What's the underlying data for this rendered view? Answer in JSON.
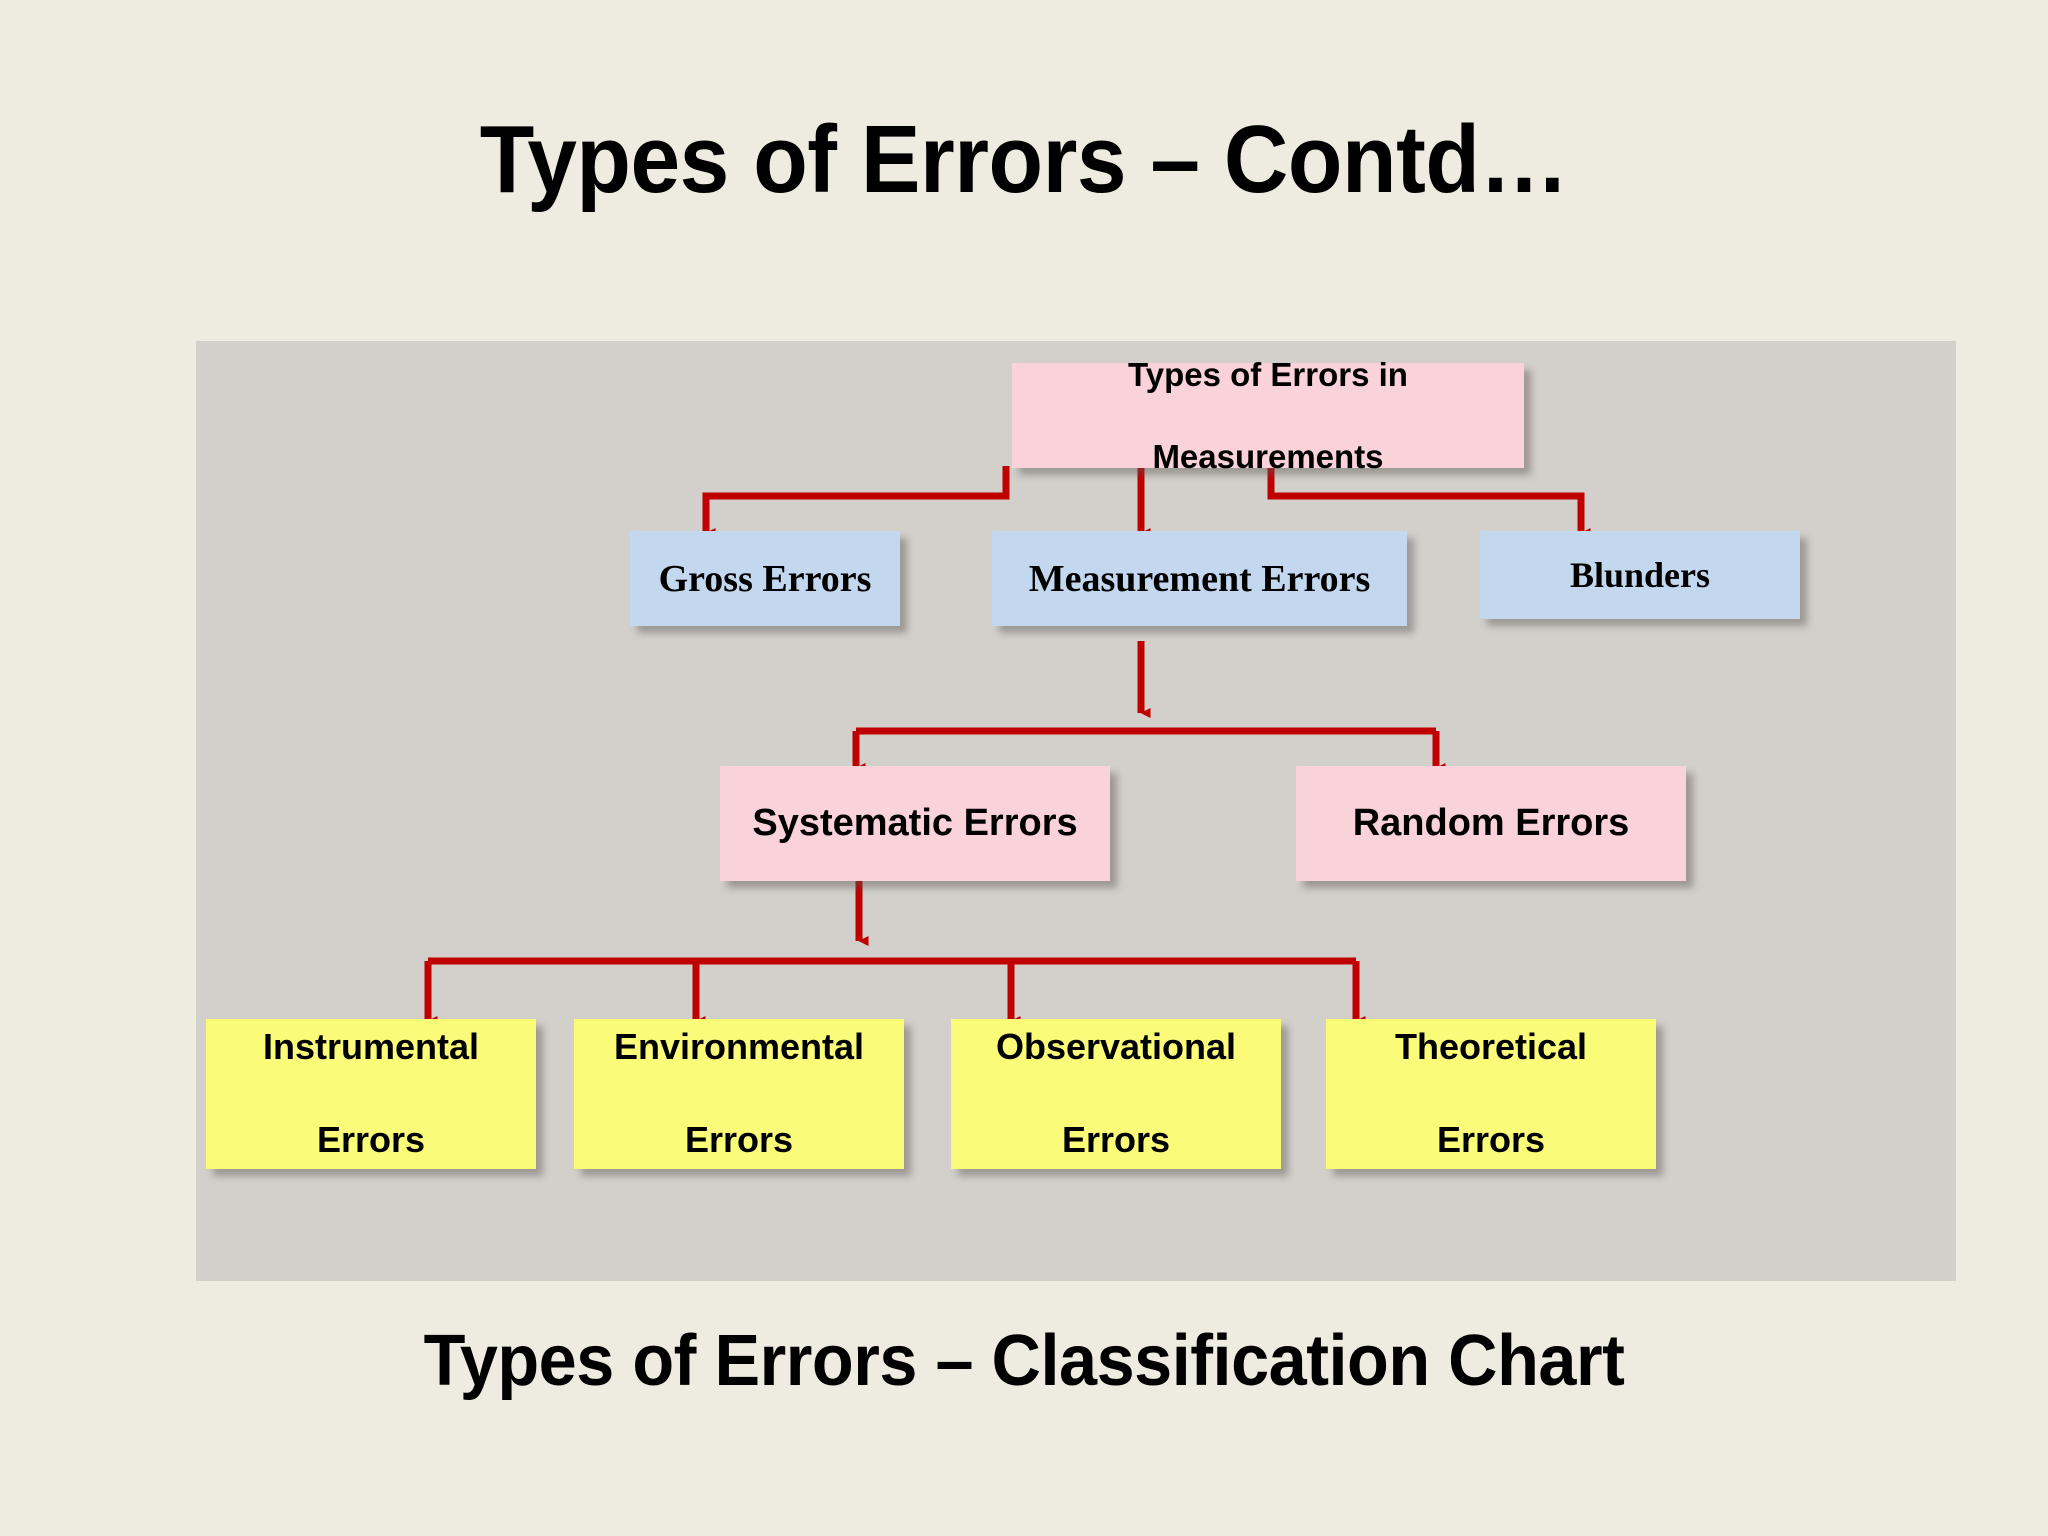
{
  "slide": {
    "title": "Types of Errors – Contd…",
    "caption": "Types of Errors – Classification Chart",
    "background_color": "#eeece1",
    "panel_background_color": "#d3d0cb"
  },
  "colors": {
    "connector": "#c00000",
    "pink_node": "#f9d2da",
    "blue_node": "#c3d7ef",
    "yellow_node": "#fbfb7a",
    "text": "#000000"
  },
  "chart_data": {
    "type": "diagram",
    "title": "Types of Errors – Classification Chart",
    "diagram_kind": "hierarchy-tree",
    "orientation": "top-down",
    "nodes": [
      {
        "id": "root",
        "label": "Types of Errors in Measurements",
        "level": 0,
        "color": "#f9d2da",
        "font": "sans"
      },
      {
        "id": "gross",
        "label": "Gross Errors",
        "level": 1,
        "color": "#c3d7ef",
        "font": "serif"
      },
      {
        "id": "measurement",
        "label": "Measurement Errors",
        "level": 1,
        "color": "#c3d7ef",
        "font": "serif"
      },
      {
        "id": "blunders",
        "label": "Blunders",
        "level": 1,
        "color": "#c3d7ef",
        "font": "serif"
      },
      {
        "id": "systematic",
        "label": "Systematic Errors",
        "level": 2,
        "color": "#f9d2da",
        "font": "sans"
      },
      {
        "id": "random",
        "label": "Random Errors",
        "level": 2,
        "color": "#f9d2da",
        "font": "sans"
      },
      {
        "id": "instrumental",
        "label": "Instrumental Errors",
        "level": 3,
        "color": "#fbfb7a",
        "font": "sans"
      },
      {
        "id": "environmental",
        "label": "Environmental Errors",
        "level": 3,
        "color": "#fbfb7a",
        "font": "sans"
      },
      {
        "id": "observational",
        "label": "Observational Errors",
        "level": 3,
        "color": "#fbfb7a",
        "font": "sans"
      },
      {
        "id": "theoretical",
        "label": "Theoretical Errors",
        "level": 3,
        "color": "#fbfb7a",
        "font": "sans"
      }
    ],
    "edges": [
      {
        "from": "root",
        "to": "gross"
      },
      {
        "from": "root",
        "to": "measurement"
      },
      {
        "from": "root",
        "to": "blunders"
      },
      {
        "from": "measurement",
        "to": "systematic"
      },
      {
        "from": "measurement",
        "to": "random"
      },
      {
        "from": "systematic",
        "to": "instrumental"
      },
      {
        "from": "systematic",
        "to": "environmental"
      },
      {
        "from": "systematic",
        "to": "observational"
      },
      {
        "from": "systematic",
        "to": "theoretical"
      }
    ]
  },
  "nodes": {
    "root": {
      "line1": "Types of Errors in",
      "line2": "Measurements"
    },
    "gross": {
      "label": "Gross Errors"
    },
    "measurement": {
      "label": "Measurement Errors"
    },
    "blunders": {
      "label": "Blunders"
    },
    "systematic": {
      "label": "Systematic Errors"
    },
    "random": {
      "label": "Random Errors"
    },
    "instrumental": {
      "line1": "Instrumental",
      "line2": "Errors"
    },
    "environmental": {
      "line1": "Environmental",
      "line2": "Errors"
    },
    "observational": {
      "line1": "Observational",
      "line2": "Errors"
    },
    "theoretical": {
      "line1": "Theoretical",
      "line2": "Errors"
    }
  }
}
